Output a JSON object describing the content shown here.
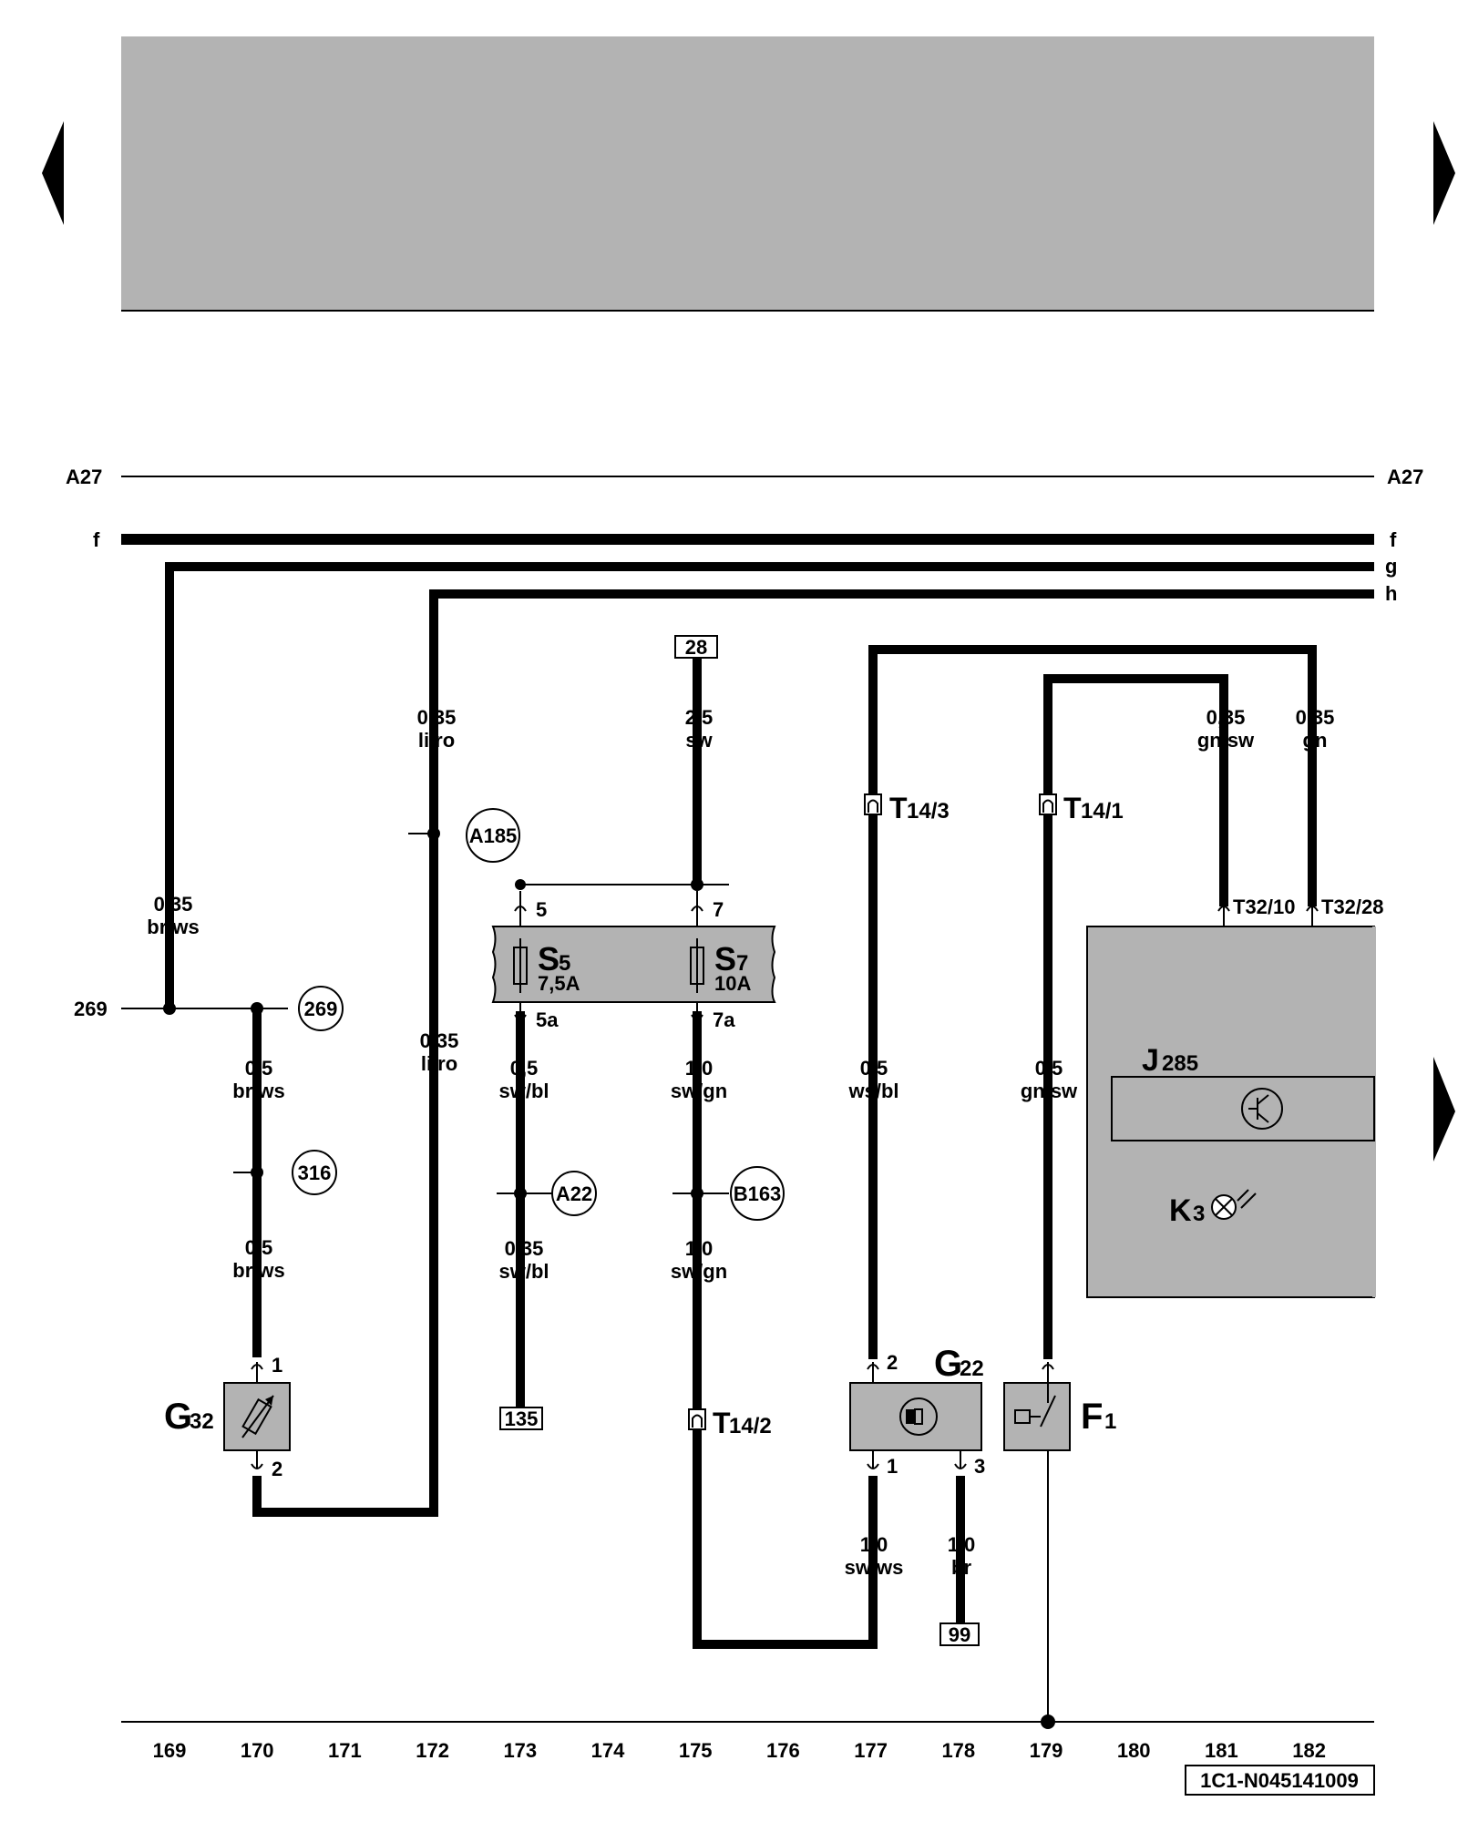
{
  "nav": {
    "prev_icon": "triangle-left-icon",
    "next_icon": "triangle-right-icon"
  },
  "buses": {
    "a27_left": "A27",
    "a27_right": "A27",
    "f_left": "f",
    "f_right": "f",
    "g": "g",
    "h": "h",
    "ref_269_left": "269"
  },
  "wires": {
    "w143_upper": [
      "0,35",
      "br/ws"
    ],
    "w172_upper": [
      "0,35",
      "li/ro"
    ],
    "w172_lower": [
      "0,35",
      "li/ro"
    ],
    "w170_upper": [
      "0,5",
      "br/ws"
    ],
    "w170_lower": [
      "0,5",
      "br/ws"
    ],
    "w175_top": [
      "2,5",
      "sw"
    ],
    "w173_upper": [
      "0,5",
      "sw/bl"
    ],
    "w173_lower": [
      "0,35",
      "sw/bl"
    ],
    "w175_upper": [
      "1,0",
      "sw/gn"
    ],
    "w175_lower": [
      "1,0",
      "sw/gn"
    ],
    "w177": [
      "0,5",
      "ws/bl"
    ],
    "w179": [
      "0,5",
      "gn/sw"
    ],
    "w181": [
      "0,35",
      "gn/sw"
    ],
    "w182": [
      "0,35",
      "gn"
    ],
    "w177_bottom": [
      "1,0",
      "sw/ws"
    ],
    "w178_bottom": [
      "1,0",
      "br"
    ]
  },
  "splices": {
    "a185": "A185",
    "s269": "269",
    "s316": "316",
    "a22": "A22",
    "b163": "B163"
  },
  "refs": {
    "r28": "28",
    "r135": "135",
    "r99": "99"
  },
  "connectors": {
    "t14_3": [
      "T",
      "14/3"
    ],
    "t14_1": [
      "T",
      "14/1"
    ],
    "t14_2": [
      "T",
      "14/2"
    ],
    "t32_10": "T32/10",
    "t32_28": "T32/28"
  },
  "fuses": {
    "s5": {
      "letter": "S",
      "sub": "5",
      "rating": "7,5A",
      "pin_in": "5",
      "pin_out": "5a"
    },
    "s7": {
      "letter": "S",
      "sub": "7",
      "rating": "10A",
      "pin_in": "7",
      "pin_out": "7a"
    }
  },
  "components": {
    "g32": {
      "letter": "G",
      "sub": "32",
      "pin_top": "1",
      "pin_bottom": "2"
    },
    "g22": {
      "letter": "G",
      "sub": "22",
      "pin_top": "2",
      "pin_b1": "1",
      "pin_b3": "3"
    },
    "f1": {
      "letter": "F",
      "sub": "1"
    },
    "j285": {
      "letter": "J",
      "sub": "285"
    },
    "k3": {
      "letter": "K",
      "sub": "3"
    }
  },
  "columns": [
    "169",
    "170",
    "171",
    "172",
    "173",
    "174",
    "175",
    "176",
    "177",
    "178",
    "179",
    "180",
    "181",
    "182"
  ],
  "footer_code": "1C1-N045141009",
  "colors": {
    "panel": "#b3b3b3",
    "wire": "#000000"
  }
}
